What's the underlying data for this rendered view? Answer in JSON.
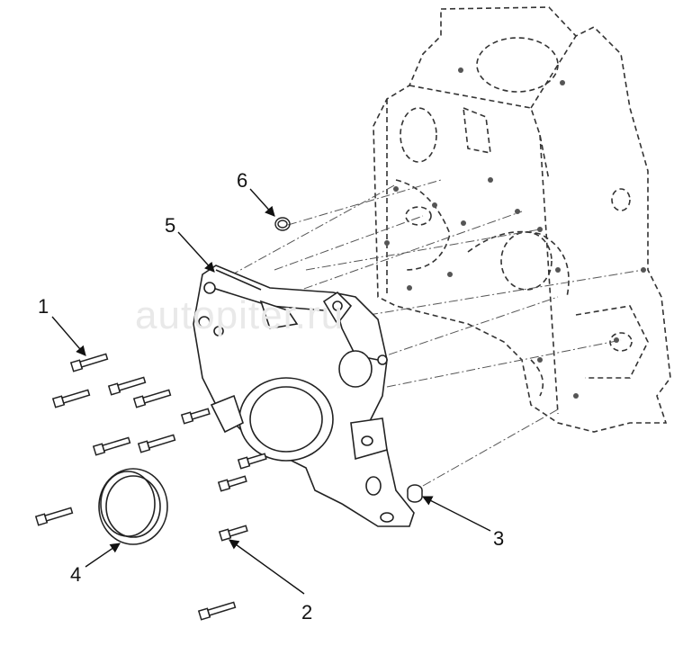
{
  "callouts": [
    {
      "id": "1",
      "label": "1"
    },
    {
      "id": "2",
      "label": "2"
    },
    {
      "id": "3",
      "label": "3"
    },
    {
      "id": "4",
      "label": "4"
    },
    {
      "id": "5",
      "label": "5"
    },
    {
      "id": "6",
      "label": "6"
    }
  ],
  "watermark": "autopiter.ru",
  "colors": {
    "line": "#222222",
    "leader": "#111111",
    "watermark": "#e9e9e9"
  }
}
